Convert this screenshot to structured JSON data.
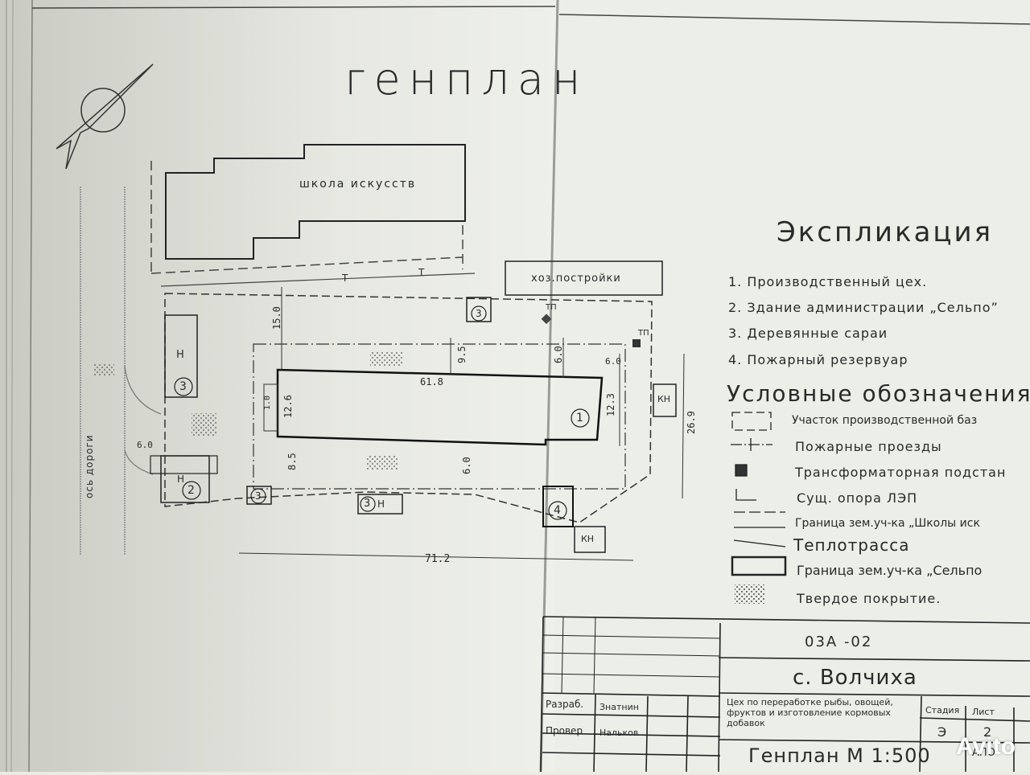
{
  "title": "генплан",
  "buildings": {
    "school": "школа искусств",
    "outbuildings": "хоз.постройки",
    "road_axis": "ось дороги",
    "markers": [
      "1",
      "2",
      "3",
      "4"
    ],
    "h_label": "Н",
    "kn_label": "КН",
    "tp_label": "ТП",
    "heat_label": "Т"
  },
  "dimensions": [
    "15.0",
    "9.5",
    "6.0",
    "6.0",
    "61.8",
    "1.0",
    "12.6",
    "12.3",
    "26.9",
    "6.0",
    "8.5",
    "6.0",
    "71.2"
  ],
  "explication": {
    "heading": "Экспликация",
    "items": [
      "1. Производственный цех.",
      "2. Здание администрации „Сельпо”",
      "3. Деревянные сараи",
      "4. Пожарный резервуар"
    ]
  },
  "legend": {
    "heading": "Условные обозначения",
    "items": [
      "Участок производственной баз",
      "Пожарные проезды",
      "Трансформаторная подстан",
      "Сущ. опора ЛЭП",
      "Граница зем.уч-ка „Школы иск",
      "Теплотрасса",
      "Граница зем.уч-ка „Сельпо",
      "Твердое покрытие."
    ]
  },
  "title_block": {
    "code": "03А -02",
    "place": "с. Волчиха",
    "description": "Цех по переработке рыбы, овощей, фруктов и изготовление кормовых добавок",
    "sheet_title": "Генплан М 1:500",
    "headers": [
      "Стадия",
      "Лист"
    ],
    "values": [
      "Э",
      "2"
    ],
    "roles": [
      {
        "role": "Разраб.",
        "name": "Знатнин"
      },
      {
        "role": "Провер",
        "name": "Нальков"
      }
    ],
    "stamp_partial": "АПО"
  },
  "watermark": "Avito"
}
